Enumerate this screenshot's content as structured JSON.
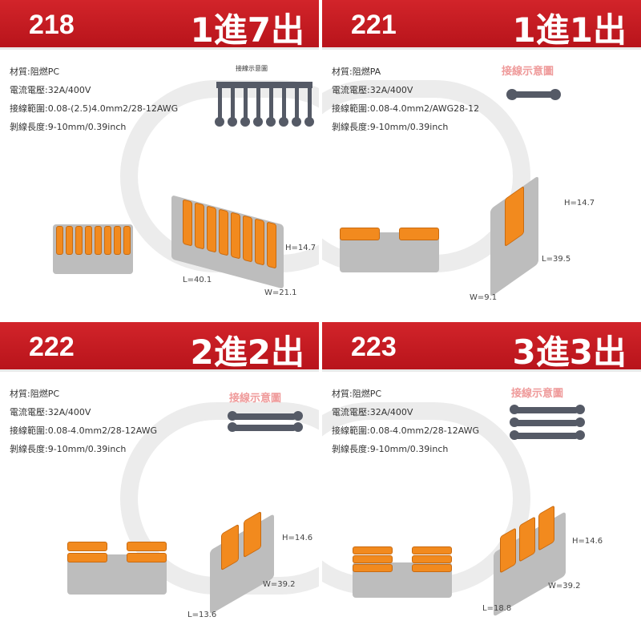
{
  "panels": [
    {
      "model": "218",
      "title": "1進7出",
      "specs": [
        "材質:阻燃PC",
        "電流電壓:32A/400V",
        "接線範圍:0.08-(2.5)4.0mm2/28-12AWG",
        "剝線長度:9-10mm/0.39inch"
      ],
      "diagram_label": "接線示意圖",
      "dims": {
        "h": "H=14.7",
        "l": "L=40.1",
        "w": "W=21.1"
      }
    },
    {
      "model": "221",
      "title": "1進1出",
      "specs": [
        "材質:阻燃PA",
        "電流電壓:32A/400V",
        "接線範圍:0.08-4.0mm2/AWG28-12",
        "剝線長度:9-10mm/0.39inch"
      ],
      "diagram_label": "接線示意圖",
      "dims": {
        "h": "H=14.7",
        "l": "L=39.5",
        "w": "W=9.1"
      }
    },
    {
      "model": "222",
      "title": "2進2出",
      "specs": [
        "材質:阻燃PC",
        "電流電壓:32A/400V",
        "接線範圍:0.08-4.0mm2/28-12AWG",
        "剝線長度:9-10mm/0.39inch"
      ],
      "diagram_label": "接線示意圖",
      "dims": {
        "h": "H=14.6",
        "l": "L=13.6",
        "w": "W=39.2"
      }
    },
    {
      "model": "223",
      "title": "3進3出",
      "specs": [
        "材質:阻燃PC",
        "電流電壓:32A/400V",
        "接線範圍:0.08-4.0mm2/28-12AWG",
        "剝線長度:9-10mm/0.39inch"
      ],
      "diagram_label": "接線示意圖",
      "dims": {
        "h": "H=14.6",
        "l": "L=18.8",
        "w": "W=39.2"
      }
    }
  ],
  "colors": {
    "header_red": "#c8161d",
    "lever_orange": "#f28a1e",
    "body_gray": "#bdbdbd"
  }
}
